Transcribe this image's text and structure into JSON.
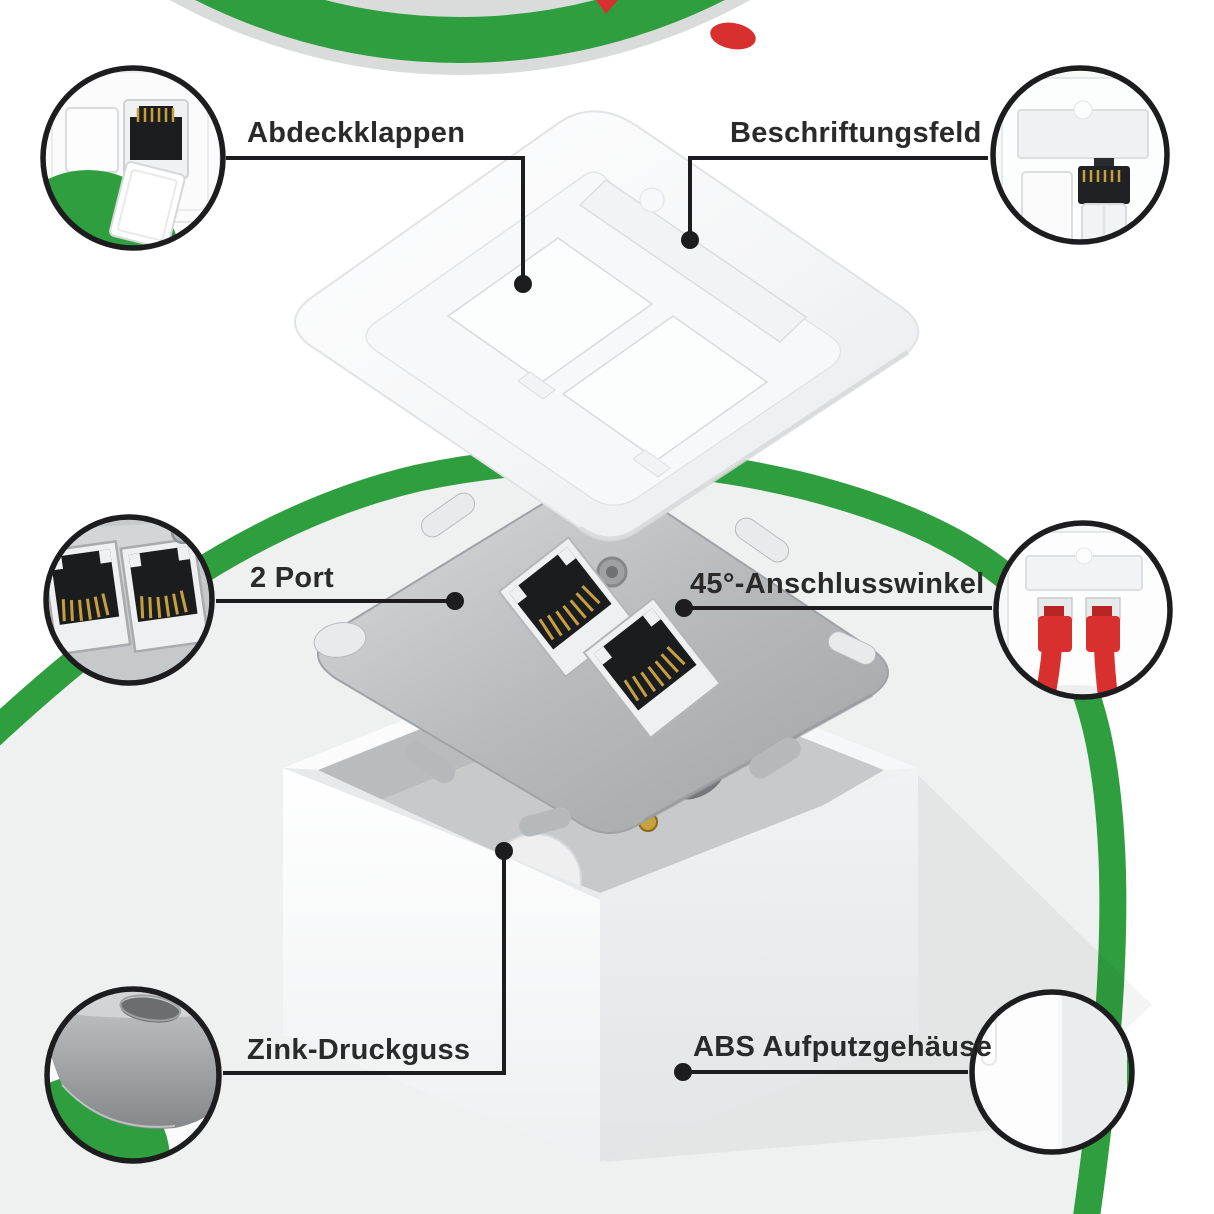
{
  "figure": {
    "kind": "product-infographic",
    "subject": "exploded view of a 2-port network wall socket"
  },
  "colors": {
    "accent_green": "#2e9e3e",
    "outline_black": "#1d1d1f",
    "label_text": "#2a2a2a",
    "cable_red": "#d8302e",
    "disc_grey": "#eff0f0",
    "top_disc_grey": "#dadbdb",
    "metal_silver": "#c0c3c6",
    "gold_pins": "#c79f3c",
    "background": "#ffffff"
  },
  "callouts": [
    {
      "id": "abdeckklappen",
      "label": "Abdeckklappen",
      "position": "top-left"
    },
    {
      "id": "beschriftungsfeld",
      "label": "Beschriftungsfeld",
      "position": "top-right"
    },
    {
      "id": "zwei-port",
      "label": "2 Port",
      "position": "middle-left"
    },
    {
      "id": "anschlusswinkel",
      "label": "45°-Anschlusswinkel",
      "position": "middle-right"
    },
    {
      "id": "zink-druckguss",
      "label": "Zink-Druckguss",
      "position": "bottom-left"
    },
    {
      "id": "abs-aufputzgehaeuse",
      "label": "ABS Aufputzgehäuse",
      "position": "bottom-right"
    }
  ]
}
